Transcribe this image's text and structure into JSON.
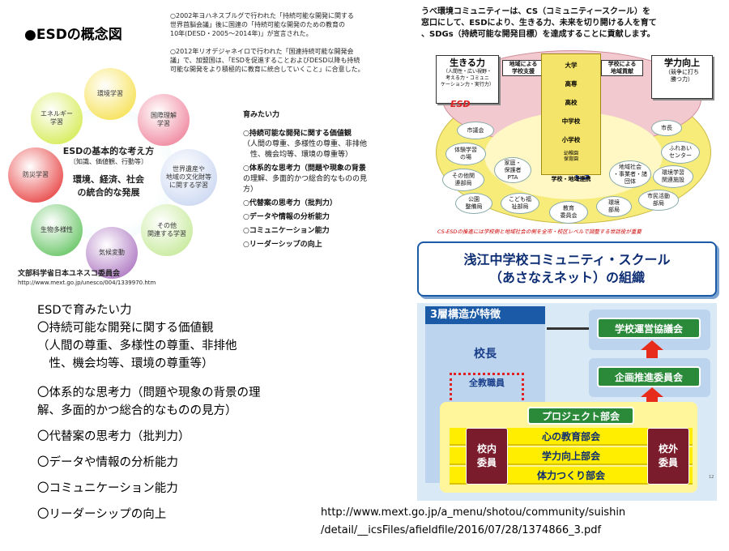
{
  "esd": {
    "title": "●ESDの概念図",
    "note1": [
      "○2002年ヨハネスブルグで行われた「持続可能な開発に関する",
      "世界首脳会議」後に国連の「持続可能な開発のための教育の",
      "10年(DESD・2005〜2014年)」が宣言された。"
    ],
    "note2": [
      "○2012年リオデジャネイロで行われた「国連持続可能な開発会",
      "議」で、加盟国は、「ESDを促進することおよびDESD以降も持続",
      "可能な開発をより積極的に教育に統合していくこと」に合意した。"
    ],
    "petals": [
      {
        "label": "環境学習"
      },
      {
        "label": "国際理解\n学習"
      },
      {
        "label": "世界遺産や\n地域の文化財等\nに関する学習"
      },
      {
        "label": "その他\n関連する学習"
      },
      {
        "label": "気候変動"
      },
      {
        "label": "生物多様性"
      },
      {
        "label": "防災学習"
      },
      {
        "label": "エネルギー\n学習"
      }
    ],
    "center_title": "ESDの基本的な考え方",
    "center_sub": "〔知識、価値観、行動等〕",
    "center_line1": "環境、経済、社会",
    "center_line2": "の統合的な発展",
    "source_org": "文部科学省日本ユネスコ委員会",
    "source_url": "http://www.mext.go.jp/unesco/004/1339970.htm",
    "raise_title": "育みたい力",
    "raise_items": [
      "○持続可能な開発に関する価値観",
      "（人間の尊重、多様性の尊重、非排他",
      "　性、機会均等、環境の尊重等）",
      "○体系的な思考力（問題や現象の背景",
      "の理解、多面的かつ総合的なものの見",
      "方）",
      "○代替案の思考力（批判力）",
      "○データや情報の分析能力",
      "○コミュニケーション能力",
      "○リーダーシップの向上"
    ]
  },
  "cs": {
    "head": [
      "うべ環境コミュニティーは、CS（コミュニティースクール）を",
      "窓口にして、ESDにより、生きる力、未来を切り開ける人を育て",
      "、SDGs（持続可能な開発目標）を達成することに貢献します。"
    ],
    "ikiru_title": "生きる力",
    "ikiru_body": "（人間性・広い視野・\n考える力・コミュニ\nケーション力・実行力）",
    "support_label": "地域による\n学校支援",
    "contrib_label": "学校による\n地域貢献",
    "gakuryoku_title": "学力向上",
    "gakuryoku_body": "（競争に打ち\n勝つ力）",
    "esd_label": "ESD",
    "cs_label": "CS",
    "ladder": [
      "大学",
      "高専",
      "高校",
      "中学校",
      "小学校",
      "幼稚園\n保育園",
      "学校・地域連携"
    ],
    "nodes": [
      "市議会",
      "体験学習\nの場",
      "その他関\n連部局",
      "公園\n整備局",
      "家庭・\n保護者\nPTA",
      "こども福\n祉部局",
      "教育\n委員会",
      "環境\n部局",
      "地域社会\n・事業者・諸\n団体",
      "市民活動\n部局",
      "環境学習\n関連施設",
      "ふれあい\nセンター",
      "市長"
    ],
    "caption": "CS-ESDの推進には学校側と地域社会の側を全市・校区レベルで調整する世話役が重要"
  },
  "org": {
    "title1": "浅江中学校コミュニティ・スクール",
    "title2": "（あさなえネット）の組織",
    "three_layer": "3層構造が特徴",
    "principal": "校長",
    "all_staff": "全教職員",
    "council": "学校運営協議会",
    "planning": "企画推進委員会",
    "project": "プロジェクト部会",
    "sub_groups": [
      "心の教育部会",
      "学力向上部会",
      "体力つくり部会"
    ],
    "inside": "校内\n委員",
    "outside": "校外\n委員",
    "page_no": "12"
  },
  "main_list": [
    "ESDで育みたい力",
    "〇持続可能な開発に関する価値観",
    "（人間の尊重、多様性の尊重、非排他",
    "　性、機会均等、環境の尊重等）",
    "〇体系的な思考力（問題や現象の背景の理",
    "解、多面的かつ総合的なものの見方）",
    "〇代替案の思考力（批判力）",
    "〇データや情報の分析能力",
    "〇コミュニケーション能力",
    "〇リーダーシップの向上"
  ],
  "url_lines": [
    "http://www.mext.go.jp/a_menu/shotou/community/suishin",
    "/detail/__icsFiles/afieldfile/2016/07/28/1374866_3.pdf"
  ],
  "colors": {
    "petals": [
      "#f6e25a",
      "#f08aa0",
      "#cdd9f2",
      "#c9ea9e",
      "#b07cc4",
      "#6cc76a",
      "#e94c4c",
      "#d7ec5a"
    ],
    "navy": "#0c2c73",
    "green": "#2a8a3a",
    "yellow": "#ffee00",
    "maroon": "#7a1c2c",
    "red_arrow": "#e82c1c",
    "lightblue": "#d9e9f5"
  }
}
